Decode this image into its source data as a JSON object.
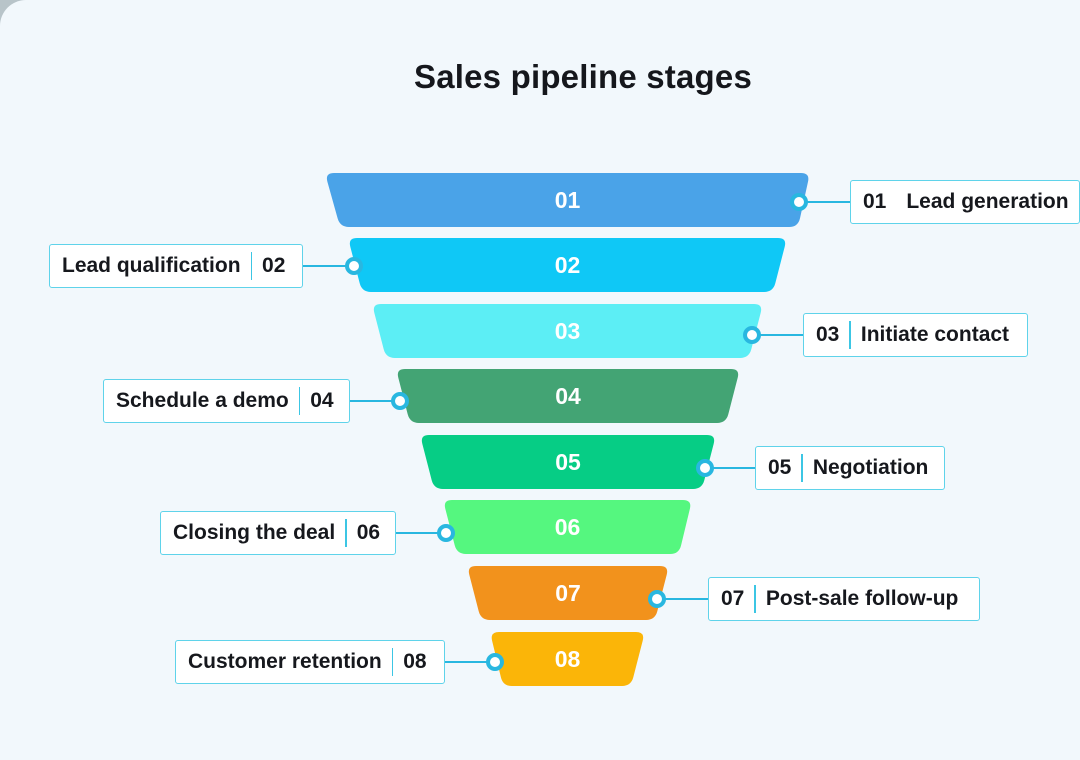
{
  "title": "Sales pipeline stages",
  "colors": {
    "connector": "#29b7e0",
    "label_border": "#5fd3ea"
  },
  "stages": [
    {
      "number": "01",
      "name": "Lead generation",
      "color": "#4aa3e8",
      "side": "right"
    },
    {
      "number": "02",
      "name": "Lead qualification",
      "color": "#0fc8f6",
      "side": "left"
    },
    {
      "number": "03",
      "name": "Initiate contact",
      "color": "#5ceef5",
      "side": "right"
    },
    {
      "number": "04",
      "name": "Schedule a demo",
      "color": "#43a474",
      "side": "left"
    },
    {
      "number": "05",
      "name": "Negotiation",
      "color": "#06cd85",
      "side": "right"
    },
    {
      "number": "06",
      "name": "Closing the deal",
      "color": "#55f77f",
      "side": "left"
    },
    {
      "number": "07",
      "name": "Post-sale follow-up",
      "color": "#f2921c",
      "side": "right"
    },
    {
      "number": "08",
      "name": "Customer retention",
      "color": "#fbb508",
      "side": "left"
    }
  ]
}
